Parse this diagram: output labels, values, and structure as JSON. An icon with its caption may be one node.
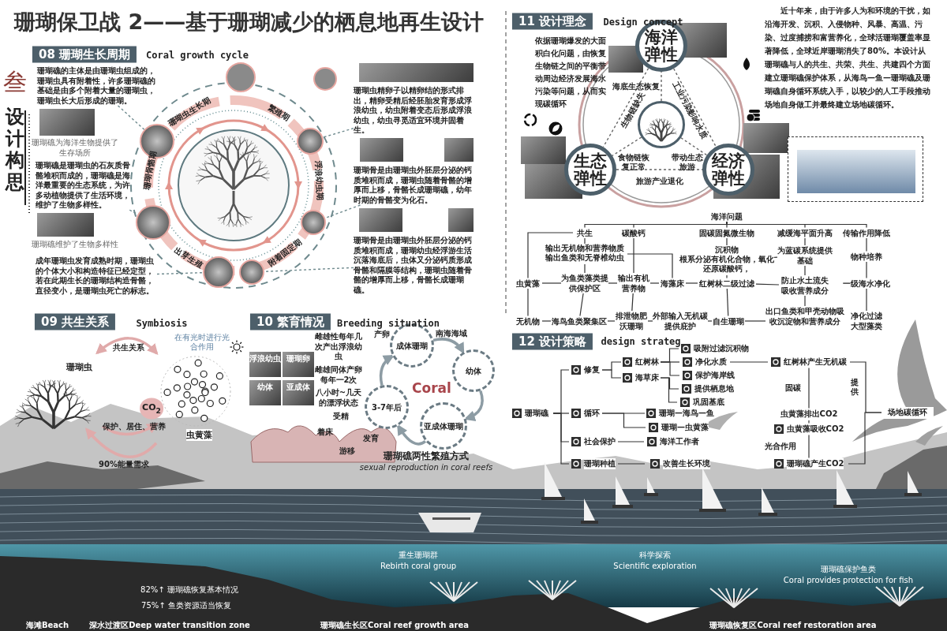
{
  "diagram": {
    "title": "珊瑚保卫战 2——基于珊瑚减少的栖息地再生设计",
    "nodes": [
      {
        "text": [
          "海洋弹性"
        ]
      },
      {
        "text": [
          "生态弹性"
        ]
      },
      {
        "text": [
          "经济弹性"
        ]
      },
      {
        "text": [],
        "shape": "picture"
      },
      {
        "text": [
          "海洋问题"
        ]
      },
      {
        "text": [
          "共生"
        ]
      },
      {
        "text": [
          "碳酸钙"
        ]
      },
      {
        "text": [
          "固碳固氮微生物"
        ]
      },
      {
        "text": [
          "减缓海平面升高"
        ]
      },
      {
        "text": [
          "传输作用降低"
        ]
      },
      {
        "text": [
          "输出无机物和营养物质",
          "输出鱼类和无脊椎幼虫"
        ]
      },
      {
        "text": [
          "沉积物",
          "根系分泌有机化合物，氧化还原碳酸钙，"
        ]
      },
      {
        "text": [
          "为蓝碳系统提供基础"
        ]
      },
      {
        "text": [
          "物种培养"
        ]
      },
      {
        "text": [
          "虫黄藻"
        ]
      },
      {
        "text": [
          "为鱼类藻类提供保护区"
        ]
      },
      {
        "text": [
          "输出有机营养物"
        ]
      },
      {
        "text": [
          "海藻床"
        ]
      },
      {
        "text": [
          "红树林二级过滤"
        ]
      },
      {
        "text": [
          "防止水土流失吸收营养成分"
        ]
      },
      {
        "text": [
          "一级海水净化"
        ]
      },
      {
        "text": [
          "无机物"
        ]
      },
      {
        "text": [
          "海鸟鱼类聚集区"
        ]
      },
      {
        "text": [
          "排泄物肥沃珊瑚"
        ]
      },
      {
        "text": [
          "外部输入无机碳提供庇护"
        ]
      },
      {
        "text": [
          "自生珊瑚"
        ]
      },
      {
        "text": [
          "出口鱼类和甲壳动物吸收沉淀物和营养成分"
        ]
      },
      {
        "text": [
          "净化过滤大型藻类"
        ]
      },
      {
        "text": [
          "珊瑚礁"
        ]
      },
      {
        "text": [
          "修复"
        ]
      },
      {
        "text": [
          "循环"
        ]
      },
      {
        "text": [
          "社会保护"
        ]
      },
      {
        "text": [
          "珊瑚种植"
        ]
      },
      {
        "text": [
          "红树林"
        ]
      },
      {
        "text": [
          "海草床"
        ]
      },
      {
        "text": [
          "吸附过滤沉积物"
        ]
      },
      {
        "text": [
          "净化水质"
        ]
      },
      {
        "text": [
          "保护海岸线"
        ]
      },
      {
        "text": [
          "提供栖息地"
        ]
      },
      {
        "text": [
          "巩固基底"
        ]
      },
      {
        "text": [
          "珊瑚—海鸟—鱼"
        ]
      },
      {
        "text": [
          "珊瑚—虫黄藻"
        ]
      },
      {
        "text": [
          "海洋工作者"
        ]
      },
      {
        "text": [
          "改善生长环境"
        ]
      },
      {
        "text": [
          "红树林产生无机碳"
        ]
      },
      {
        "text": [
          "虫黄藻排出CO2"
        ]
      },
      {
        "text": [
          "虫黄藻吸收CO2"
        ]
      },
      {
        "text": [
          "珊瑚礁产生CO2"
        ]
      },
      {
        "text": [
          "场地碳循环"
        ]
      },
      {
        "text": [
          "珊瑚虫"
        ]
      },
      {
        "text": [
          "虫黄藻"
        ]
      },
      {
        "text": [
          "成体珊瑚"
        ]
      },
      {
        "text": [
          "幼体"
        ]
      },
      {
        "text": [
          "亚成体珊瑚"
        ]
      },
      {
        "text": [
          "3-7年后"
        ]
      },
      {
        "text": [
          "珊瑚礁的主体是由珊瑚虫组成的，珊瑚虫具有附着性，许多珊瑚礁的基础是由多个附着大量的珊瑚虫，珊瑚虫长大后形成的珊瑚。"
        ]
      },
      {
        "text": [
          "珊瑚礁是珊瑚虫的石灰质骨骼堆积而成的，珊瑚礁是海洋最重要的生态系统，为许多动植物提供了生活环境，维护了生物多样性。"
        ]
      },
      {
        "text": [
          "成年珊瑚虫发育成熟时期，珊瑚虫的个体大小和构造特征已经定型，若在此期生长的珊瑚结构造骨骼，直径变小，是珊瑚虫死亡的标志。"
        ]
      },
      {
        "text": [
          "珊瑚虫精卵子以精卵结的形式排出，精卵受精后经胚胎发育形成浮浪幼虫，幼虫附着变态后形成浮浪幼虫，幼虫寻觅适宜环境并固着生。"
        ]
      },
      {
        "text": [
          "珊瑚骨是由珊瑚虫外胚层分泌的钙质堆积而成，珊瑚虫随着骨骼的增厚而上移，骨骼长成珊瑚礁，幼年时期的骨骼变为化石。"
        ]
      },
      {
        "text": [
          "珊瑚骨是由珊瑚虫外胚层分泌的钙质堆积而成，珊瑚幼虫经浮游生活沉落海底后，虫体又分泌钙质形成骨骼和隔膜等结构，珊瑚虫随着骨骼的增厚而上移，骨骼长成珊瑚礁。"
        ]
      },
      {
        "text": [],
        "shape": "picture"
      },
      {
        "text": [],
        "shape": "picture"
      },
      {
        "text": [],
        "shape": "picture"
      },
      {
        "text": [],
        "shape": "picture"
      },
      {
        "text": [],
        "shape": "picture"
      },
      {
        "text": [],
        "shape": "picture"
      }
    ],
    "edges": [
      {
        "from": 0,
        "to": 1,
        "arrow": "none",
        "label": "生物链缺失",
        "style": "dashed",
        "color": "#666666"
      },
      {
        "from": 0,
        "to": 2,
        "arrow": "none",
        "label": "工业污染影响水质",
        "style": "dashed",
        "color": "#666666"
      },
      {
        "from": 1,
        "to": 2,
        "arrow": "none",
        "label": "旅游产业退化",
        "style": "dashed",
        "color": "#666666"
      },
      {
        "from": 3,
        "to": 0,
        "arrow": "none",
        "label": "海底生态恢复",
        "style": "dashed",
        "color": "#666666"
      },
      {
        "from": 3,
        "to": 1,
        "arrow": "none",
        "label": "食物链恢复正常",
        "style": "dashed",
        "color": "#666666"
      },
      {
        "from": 3,
        "to": 2,
        "arrow": "none",
        "label": "带动生态旅游",
        "style": "dashed",
        "color": "#666666"
      },
      {
        "from": 4,
        "to": 5,
        "arrow": "none"
      },
      {
        "from": 4,
        "to": 6,
        "arrow": "none"
      },
      {
        "from": 4,
        "to": 7,
        "arrow": "none"
      },
      {
        "from": 4,
        "to": 8,
        "arrow": "none"
      },
      {
        "from": 4,
        "to": 9,
        "arrow": "none"
      },
      {
        "from": 5,
        "to": 14,
        "arrow": "none"
      },
      {
        "from": 14,
        "to": 21,
        "arrow": "none"
      },
      {
        "from": 5,
        "to": 10,
        "arrow": "none"
      },
      {
        "from": 10,
        "to": 15,
        "arrow": "none"
      },
      {
        "from": 15,
        "to": 22,
        "arrow": "none"
      },
      {
        "from": 6,
        "to": 16,
        "arrow": "none"
      },
      {
        "from": 16,
        "to": 23,
        "arrow": "none"
      },
      {
        "from": 10,
        "to": 17,
        "arrow": "none"
      },
      {
        "from": 7,
        "to": 11,
        "arrow": "none"
      },
      {
        "from": 11,
        "to": 18,
        "arrow": "none"
      },
      {
        "from": 18,
        "to": 25,
        "arrow": "none"
      },
      {
        "from": 11,
        "to": 12,
        "arrow": "none"
      },
      {
        "from": 8,
        "to": 12,
        "arrow": "none"
      },
      {
        "from": 12,
        "to": 19,
        "arrow": "none"
      },
      {
        "from": 19,
        "to": 26,
        "arrow": "none"
      },
      {
        "from": 9,
        "to": 13,
        "arrow": "none"
      },
      {
        "from": 13,
        "to": 20,
        "arrow": "none"
      },
      {
        "from": 20,
        "to": 27,
        "arrow": "none"
      },
      {
        "from": 14,
        "to": 15,
        "arrow": "none"
      },
      {
        "from": 15,
        "to": 16,
        "arrow": "none"
      },
      {
        "from": 16,
        "to": 17,
        "arrow": "none"
      },
      {
        "from": 17,
        "to": 18,
        "arrow": "none"
      },
      {
        "from": 18,
        "to": 19,
        "arrow": "none"
      },
      {
        "from": 21,
        "to": 22,
        "arrow": "none"
      },
      {
        "from": 22,
        "to": 23,
        "arrow": "none"
      },
      {
        "from": 23,
        "to": 24,
        "arrow": "none"
      },
      {
        "from": 24,
        "to": 25,
        "arrow": "none"
      },
      {
        "from": 25,
        "to": 26,
        "arrow": "none"
      },
      {
        "from": 28,
        "to": 29,
        "arrow": "none"
      },
      {
        "from": 28,
        "to": 30,
        "arrow": "none"
      },
      {
        "from": 28,
        "to": 31,
        "arrow": "none"
      },
      {
        "from": 28,
        "to": 32,
        "arrow": "none"
      },
      {
        "from": 29,
        "to": 33,
        "arrow": "none"
      },
      {
        "from": 29,
        "to": 34,
        "arrow": "none"
      },
      {
        "from": 33,
        "to": 35,
        "arrow": "none"
      },
      {
        "from": 33,
        "to": 36,
        "arrow": "none"
      },
      {
        "from": 33,
        "to": 37,
        "arrow": "none"
      },
      {
        "from": 34,
        "to": 38,
        "arrow": "none"
      },
      {
        "from": 34,
        "to": 39,
        "arrow": "none"
      },
      {
        "from": 30,
        "to": 40,
        "arrow": "none"
      },
      {
        "from": 30,
        "to": 41,
        "arrow": "none"
      },
      {
        "from": 31,
        "to": 42,
        "arrow": "none"
      },
      {
        "from": 32,
        "to": 43,
        "arrow": "none"
      },
      {
        "from": 36,
        "to": 44,
        "arrow": "none"
      },
      {
        "from": 44,
        "to": 45,
        "arrow": "none",
        "label": "固碳"
      },
      {
        "from": 45,
        "to": 46,
        "arrow": "none"
      },
      {
        "from": 46,
        "to": 47,
        "arrow": "none",
        "label": "光合作用"
      },
      {
        "from": 44,
        "to": 48,
        "arrow": "none"
      },
      {
        "from": 47,
        "to": 48,
        "arrow": "none"
      },
      {
        "from": 49,
        "to": 50,
        "arrow": "both",
        "label": "共生关系",
        "style": "thick",
        "color": "#e0aaaa"
      },
      {
        "from": 49,
        "to": 50,
        "arrow": "to",
        "label": "保护、居住、营养",
        "style": "thick",
        "color": "#e0aaaa"
      },
      {
        "from": 50,
        "to": 49,
        "arrow": "to",
        "label": "90%能量需求",
        "style": "thick",
        "color": "#e0aaaa"
      },
      {
        "from": 51,
        "to": 52,
        "arrow": "to",
        "label": "南海海域",
        "style": "thick",
        "color": "#8d9ca4"
      },
      {
        "from": 52,
        "to": 53,
        "arrow": "to",
        "style": "thick",
        "color": "#8d9ca4"
      },
      {
        "from": 53,
        "to": 54,
        "arrow": "to",
        "style": "thick",
        "color": "#8d9ca4"
      },
      {
        "from": 54,
        "to": 51,
        "arrow": "to",
        "style": "thick",
        "color": "#8d9ca4"
      },
      {
        "from": 55,
        "to": 61,
        "arrow": "none",
        "style": "dashed",
        "color": "#6f8a8e"
      },
      {
        "from": 56,
        "to": 62,
        "arrow": "none",
        "style": "dashed",
        "color": "#6f8a8e"
      },
      {
        "from": 57,
        "to": 63,
        "arrow": "none",
        "style": "dashed",
        "color": "#6f8a8e"
      },
      {
        "from": 58,
        "to": 64,
        "arrow": "none",
        "style": "dashed",
        "color": "#6f8a8e"
      },
      {
        "from": 59,
        "to": 65,
        "arrow": "none",
        "style": "dashed",
        "color": "#6f8a8e"
      },
      {
        "from": 60,
        "to": 66,
        "arrow": "none",
        "style": "dashed",
        "color": "#6f8a8e"
      }
    ],
    "labels": [
      "08 珊瑚生长周期",
      "Coral growth cycle",
      "叁",
      "设计构思",
      "珊瑚礁为海洋生物提供了生存场所",
      "珊瑚礁维护了生物多样性",
      "珊瑚虫生长期",
      "繁殖期",
      "珊瑚骨骼期",
      "浮浪幼虫期",
      "出芽生殖",
      "附着固定期",
      "09 共生关系",
      "Symbiosis",
      "在有光时进行光合作用",
      "CO$_{2}$",
      "10 繁育情况",
      "Breeding situation",
      "产卵",
      "雌雄性每年几次产出浮浪幼虫",
      "雌雄同体产卵每年一2次",
      "八小时~几天的漂浮状态",
      "受精",
      "发育",
      "着床",
      "游移",
      "浮浪幼虫",
      "珊瑚卵",
      "幼体",
      "亚成体",
      "Coral",
      "珊瑚礁两性繁殖方式",
      "sexual reproduction in coral reefs",
      "11 设计理念",
      "Design concept",
      "依据珊瑚爆发的大面积白化问题，由恢复生物链之间的平衡带动周边经济发展海水污染等问题，从而实现碳循环",
      "近十年来，由于许多人为和环境的干扰，如沿海开发、沉积、入侵物种、风暴、高温、污染、过度捕捞和富营养化，全球活珊瑚覆盖率显著降低，全球近岸珊瑚消失了80%。本设计从珊瑚礁与人的共生、共荣、共生、共建四个方面建立珊瑚礁保护体系，从海鸟—鱼—珊瑚礁及珊瑚礁自身循环系统入手，以较少的人工手段推动场地自身做工并最终建立场地碳循环。",
      "12 设计策略",
      "design strateg",
      "提供",
      "重生珊瑚群",
      "科学探索",
      "Rebirth coral group",
      "Scientific exploration",
      "珊瑚礁保护鱼类",
      "Coral provides protection for fish",
      "82%↑ 珊瑚礁恢复基本情况",
      "75%↑ 鱼类资源适当恢复",
      "海滩Beach",
      "深水过渡区Deep water transition zone",
      "珊瑚礁生长区Coral reef growth area",
      "珊瑚礁恢复区Coral reef restoration area"
    ]
  }
}
